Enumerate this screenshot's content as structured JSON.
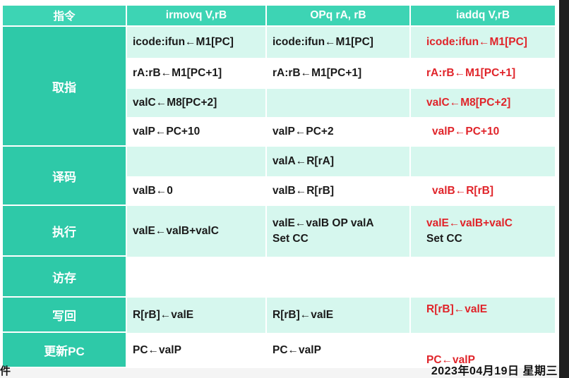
{
  "header": {
    "col0": "指令",
    "col1": "irmovq V,rB",
    "col2": "OPq rA, rB",
    "col3": "iaddq V,rB"
  },
  "stages": {
    "fetch": "取指",
    "decode": "译码",
    "execute": "执行",
    "memory": "访存",
    "writeback": "写回",
    "pcupdate": "更新PC"
  },
  "rows": {
    "fetch1": {
      "c1": "icode:ifun←M1[PC]",
      "c2": "icode:ifun←M1[PC]",
      "c3": "icode:ifun←M1[PC]"
    },
    "fetch2": {
      "c1": "rA:rB←M1[PC+1]",
      "c2": "rA:rB←M1[PC+1]",
      "c3": "rA:rB←M1[PC+1]"
    },
    "fetch3": {
      "c1": "valC←M8[PC+2]",
      "c2": "",
      "c3": "valC←M8[PC+2]"
    },
    "fetch4": {
      "c1": "valP←PC+10",
      "c2": "valP←PC+2",
      "c3": "valP←PC+10"
    },
    "decode1": {
      "c1": "",
      "c2": "valA←R[rA]",
      "c3": ""
    },
    "decode2": {
      "c1": "valB←0",
      "c2": "valB←R[rB]",
      "c3": "valB←R[rB]"
    },
    "execute1": {
      "c1": "valE←valB+valC",
      "c2a": "valE←valB OP valA",
      "c2b": "Set CC",
      "c3a": "valE←valB+valC",
      "c3b": "Set CC"
    },
    "memory1": {
      "c1": "",
      "c2": "",
      "c3": ""
    },
    "writeback1": {
      "c1": "R[rB]←valE",
      "c2": "R[rB]←valE",
      "c3": "R[rB]←valE"
    },
    "pcupdate1": {
      "c1": "PC←valP",
      "c2": "PC←valP",
      "c3": "PC←valP"
    }
  },
  "footer": {
    "left": "件",
    "right": "2023年04月19日  星期三"
  },
  "colors": {
    "header_bg": "#3dd4b4",
    "stage_bg": "#2ec9a8",
    "row_light": "#d6f7ee",
    "highlight_text": "#e0242a"
  }
}
